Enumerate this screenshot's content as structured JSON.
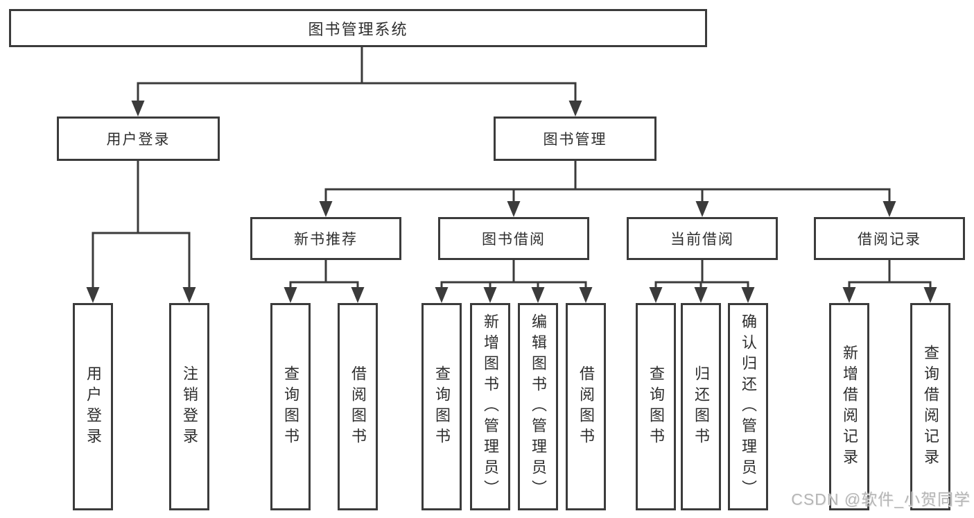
{
  "diagram_type": "functional-structure-tree",
  "tree": {
    "label": "图书管理系统",
    "children": [
      {
        "label": "用户登录",
        "children": [
          {
            "label": "用户登录"
          },
          {
            "label": "注销登录"
          }
        ]
      },
      {
        "label": "图书管理",
        "children": [
          {
            "label": "新书推荐",
            "children": [
              {
                "label": "查询图书"
              },
              {
                "label": "借阅图书"
              }
            ]
          },
          {
            "label": "图书借阅",
            "children": [
              {
                "label": "查询图书"
              },
              {
                "label": "新增图书（管理员）"
              },
              {
                "label": "编辑图书（管理员）"
              },
              {
                "label": "借阅图书"
              }
            ]
          },
          {
            "label": "当前借阅",
            "children": [
              {
                "label": "查询图书"
              },
              {
                "label": "归还图书"
              },
              {
                "label": "确认归还（管理员）"
              }
            ]
          },
          {
            "label": "借阅记录",
            "children": [
              {
                "label": "新增借阅记录"
              },
              {
                "label": "查询借阅记录"
              }
            ]
          }
        ]
      }
    ]
  },
  "watermark": "CSDN @软件_小贺同学",
  "colors": {
    "line": "#3b3b3b",
    "box_border": "#3b3b3b",
    "text": "#2e2e2e",
    "background": "#ffffff",
    "watermark": "#b5b5b5"
  }
}
